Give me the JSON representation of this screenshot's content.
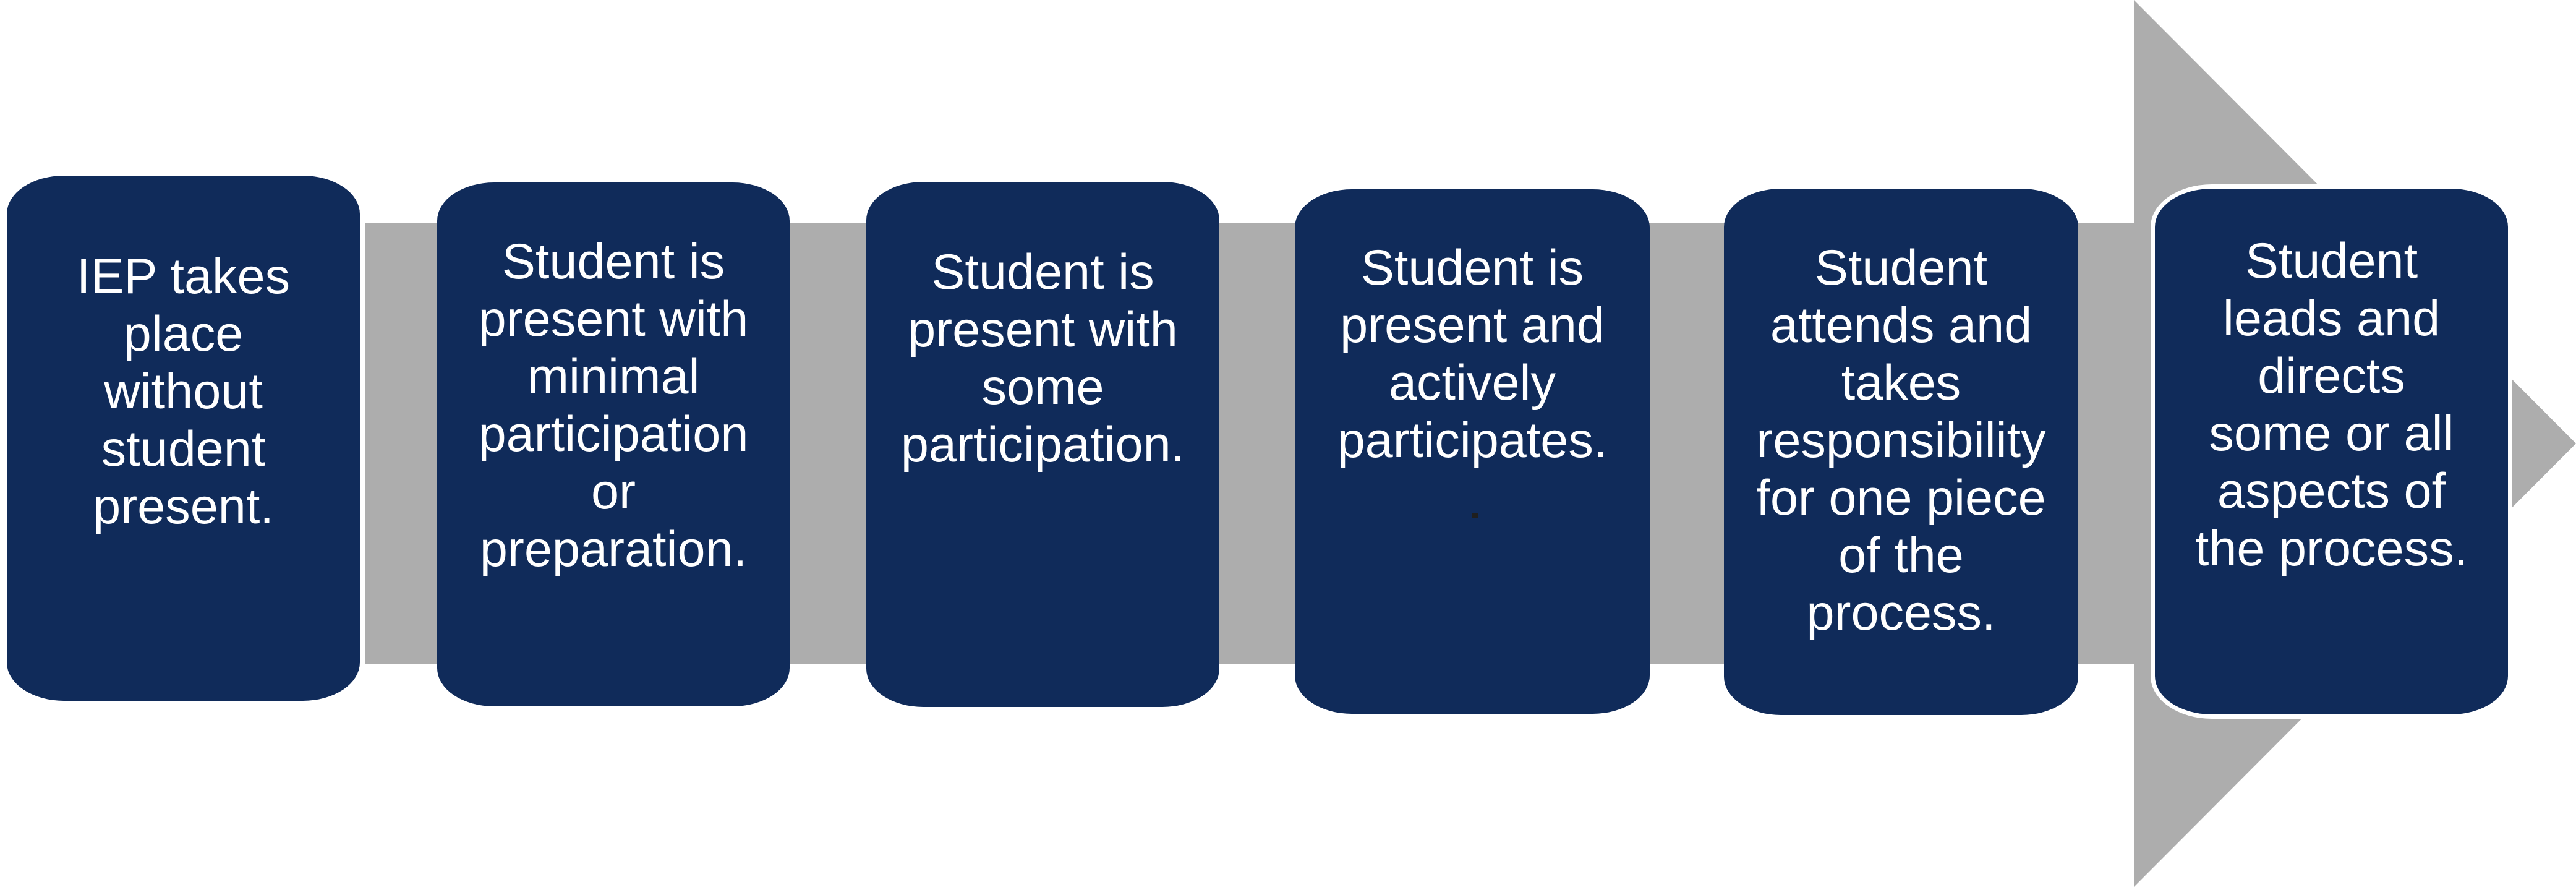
{
  "diagram": {
    "type": "process-arrow",
    "direction": "left-to-right",
    "colors": {
      "step_fill": "#102b5a",
      "step_text": "#ffffff",
      "arrow_fill": "#adadad",
      "background": "#ffffff",
      "final_step_outline": "#ffffff"
    },
    "steps": [
      {
        "id": 1,
        "text": "IEP takes place without student present.",
        "lines": [
          "IEP takes",
          "place",
          "without",
          "student",
          "present."
        ]
      },
      {
        "id": 2,
        "text": "Student is present with minimal participation or preparation.",
        "lines": [
          "Student is",
          "present with",
          "minimal",
          "participation",
          "or",
          "preparation."
        ]
      },
      {
        "id": 3,
        "text": "Student is present with some participation.",
        "lines": [
          "Student is",
          "present with",
          "some",
          "participation."
        ]
      },
      {
        "id": 4,
        "text": "Student is present and actively participates.",
        "lines": [
          "Student is",
          "present and",
          "actively",
          "participates."
        ]
      },
      {
        "id": 5,
        "text": "Student attends and takes responsibility for one piece of the process.",
        "lines": [
          "Student",
          "attends and",
          "takes",
          "responsibility",
          "for one piece",
          "of the",
          "process."
        ]
      },
      {
        "id": 6,
        "text": "Student leads and directs some or all aspects of the process.",
        "lines": [
          "Student",
          "leads and",
          "directs",
          "some or all",
          "aspects of",
          "the process."
        ]
      }
    ]
  }
}
